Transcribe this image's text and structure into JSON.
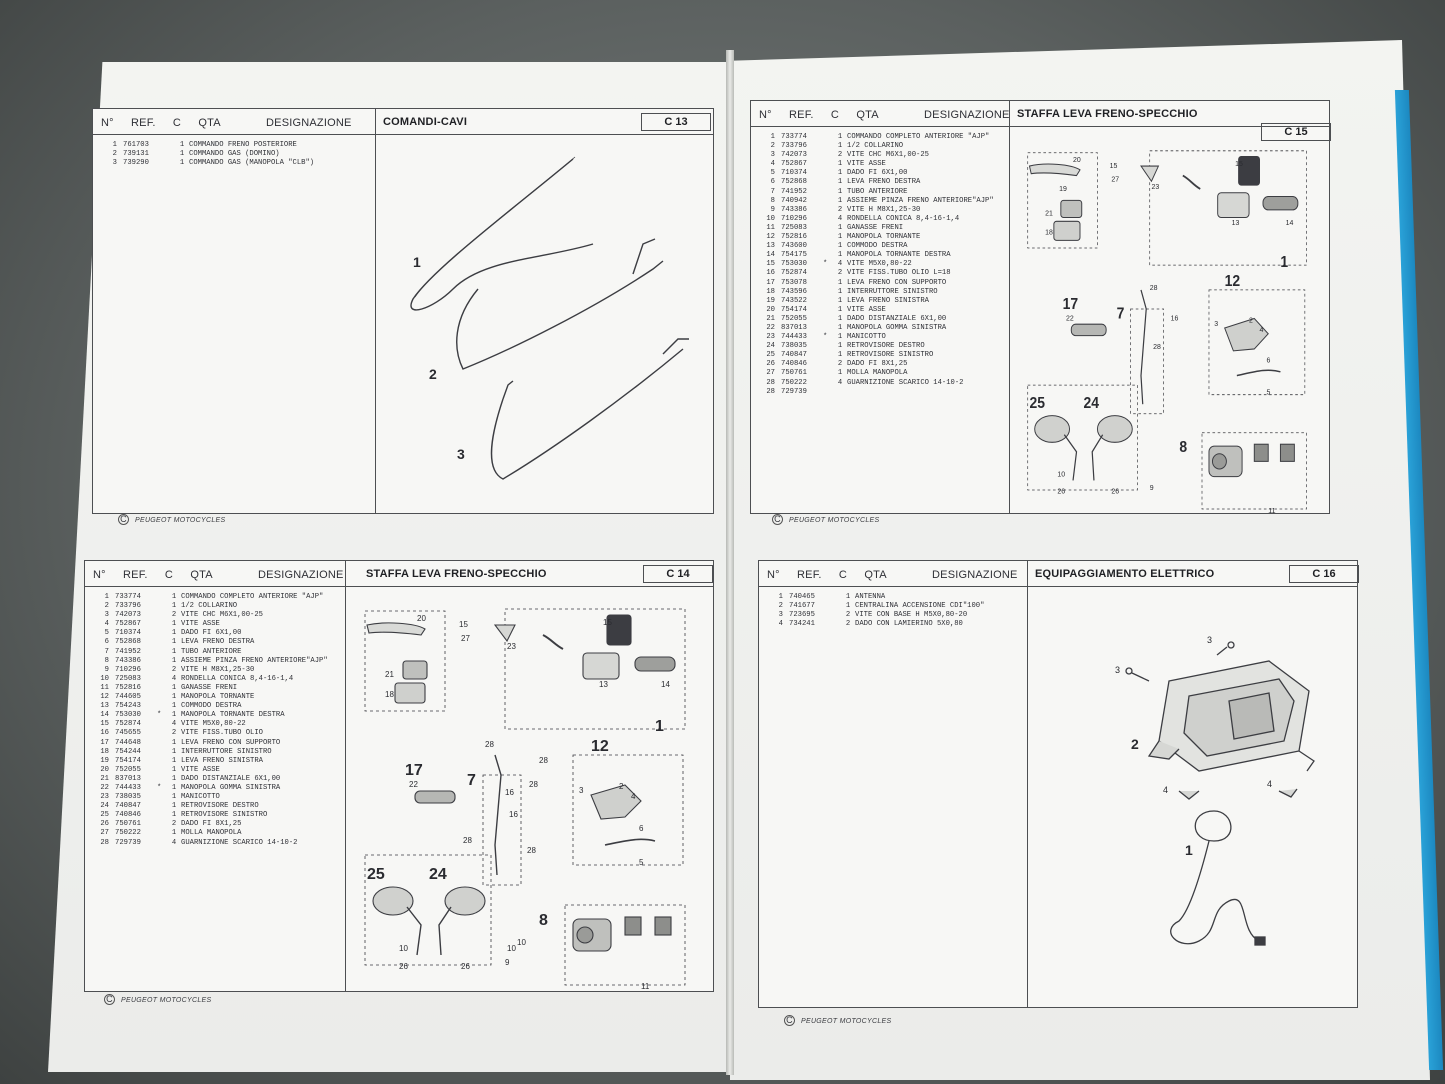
{
  "footer_text": "PEUGEOT MOTOCYCLES",
  "copyright_symbol": "C",
  "columns": {
    "num": "N°",
    "ref": "REF.",
    "c": "C",
    "qta": "QTA",
    "design": "DESIGNAZIONE"
  },
  "panels": {
    "c13": {
      "title": "COMANDI-CAVI",
      "code": "C 13",
      "items": [
        {
          "n": "1",
          "ref": "761703",
          "c": "",
          "q": "1",
          "d": "COMMANDO FRENO POSTERIORE"
        },
        {
          "n": "2",
          "ref": "739131",
          "c": "",
          "q": "1",
          "d": "COMMANDO GAS (DOMINO)"
        },
        {
          "n": "3",
          "ref": "739290",
          "c": "",
          "q": "1",
          "d": "COMMANDO GAS (MANOPOLA \"CLB\")"
        }
      ],
      "callouts": [
        "1",
        "2",
        "3"
      ]
    },
    "c14": {
      "title": "STAFFA LEVA FRENO-SPECCHIO",
      "code": "C 14",
      "items": [
        {
          "n": "1",
          "ref": "733774",
          "c": "",
          "q": "1",
          "d": "COMMANDO COMPLETO ANTERIORE \"AJP\""
        },
        {
          "n": "2",
          "ref": "733796",
          "c": "",
          "q": "1",
          "d": "1/2 COLLARINO"
        },
        {
          "n": "3",
          "ref": "742073",
          "c": "",
          "q": "2",
          "d": "VITE CHC M6X1,00-25"
        },
        {
          "n": "4",
          "ref": "752867",
          "c": "",
          "q": "1",
          "d": "VITE ASSE"
        },
        {
          "n": "5",
          "ref": "710374",
          "c": "",
          "q": "1",
          "d": "DADO FI 6X1,00"
        },
        {
          "n": "6",
          "ref": "752868",
          "c": "",
          "q": "1",
          "d": "LEVA FRENO DESTRA"
        },
        {
          "n": "7",
          "ref": "741952",
          "c": "",
          "q": "1",
          "d": "TUBO ANTERIORE"
        },
        {
          "n": "8",
          "ref": "743386",
          "c": "",
          "q": "1",
          "d": "ASSIEME PINZA FRENO  ANTERIORE\"AJP\""
        },
        {
          "n": "9",
          "ref": "710296",
          "c": "",
          "q": "2",
          "d": "VITE H M8X1,25-30"
        },
        {
          "n": "10",
          "ref": "725083",
          "c": "",
          "q": "4",
          "d": "RONDELLA CONICA 8,4-16-1,4"
        },
        {
          "n": "11",
          "ref": "752816",
          "c": "",
          "q": "1",
          "d": "GANASSE FRENI"
        },
        {
          "n": "12",
          "ref": "744605",
          "c": "",
          "q": "1",
          "d": "MANOPOLA TORNANTE"
        },
        {
          "n": "13",
          "ref": "754243",
          "c": "",
          "q": "1",
          "d": "COMMODO DESTRA"
        },
        {
          "n": "14",
          "ref": "753030",
          "c": "*",
          "q": "1",
          "d": "MANOPOLA TORNANTE DESTRA"
        },
        {
          "n": "15",
          "ref": "752874",
          "c": "",
          "q": "4",
          "d": "VITE M5X0,80-22"
        },
        {
          "n": "16",
          "ref": "745655",
          "c": "",
          "q": "2",
          "d": "VITE FISS.TUBO OLIO"
        },
        {
          "n": "17",
          "ref": "744648",
          "c": "",
          "q": "1",
          "d": "LEVA FRENO CON SUPPORTO"
        },
        {
          "n": "18",
          "ref": "754244",
          "c": "",
          "q": "1",
          "d": "INTERRUTTORE SINISTRO"
        },
        {
          "n": "19",
          "ref": "754174",
          "c": "",
          "q": "1",
          "d": "LEVA FRENO SINISTRA"
        },
        {
          "n": "20",
          "ref": "752055",
          "c": "",
          "q": "1",
          "d": "VITE ASSE"
        },
        {
          "n": "21",
          "ref": "837013",
          "c": "",
          "q": "1",
          "d": "DADO DISTANZIALE 6X1,00"
        },
        {
          "n": "22",
          "ref": "744433",
          "c": "*",
          "q": "1",
          "d": "MANOPOLA GOMMA SINISTRA"
        },
        {
          "n": "23",
          "ref": "738035",
          "c": "",
          "q": "1",
          "d": "MANICOTTO"
        },
        {
          "n": "24",
          "ref": "740847",
          "c": "",
          "q": "1",
          "d": "RETROVISORE DESTRO"
        },
        {
          "n": "25",
          "ref": "740846",
          "c": "",
          "q": "1",
          "d": "RETROVISORE SINISTRO"
        },
        {
          "n": "26",
          "ref": "750761",
          "c": "",
          "q": "2",
          "d": "DADO FI 8X1,25"
        },
        {
          "n": "27",
          "ref": "750222",
          "c": "",
          "q": "1",
          "d": "MOLLA MANOPOLA"
        },
        {
          "n": "28",
          "ref": "729739",
          "c": "",
          "q": "4",
          "d": "GUARNIZIONE SCARICO 14-10-2"
        }
      ],
      "callouts": [
        "20",
        "15",
        "27",
        "23",
        "15",
        "21",
        "18",
        "13",
        "14",
        "17",
        "12",
        "1",
        "22",
        "7",
        "28",
        "28",
        "28",
        "16",
        "16",
        "28",
        "28",
        "3",
        "2",
        "4",
        "6",
        "5",
        "25",
        "24",
        "8",
        "10",
        "9",
        "10",
        "10",
        "26",
        "26",
        "11"
      ]
    },
    "c15": {
      "title": "STAFFA LEVA FRENO-SPECCHIO",
      "code": "C 15",
      "items": [
        {
          "n": "1",
          "ref": "733774",
          "c": "",
          "q": "1",
          "d": "COMMANDO COMPLETO ANTERIORE \"AJP\""
        },
        {
          "n": "2",
          "ref": "733796",
          "c": "",
          "q": "1",
          "d": "1/2 COLLARINO"
        },
        {
          "n": "3",
          "ref": "742073",
          "c": "",
          "q": "2",
          "d": "VITE CHC M6X1,00-25"
        },
        {
          "n": "4",
          "ref": "752867",
          "c": "",
          "q": "1",
          "d": "VITE ASSE"
        },
        {
          "n": "5",
          "ref": "710374",
          "c": "",
          "q": "1",
          "d": "DADO FI 6X1,00"
        },
        {
          "n": "6",
          "ref": "752868",
          "c": "",
          "q": "1",
          "d": "LEVA FRENO DESTRA"
        },
        {
          "n": "7",
          "ref": "741952",
          "c": "",
          "q": "1",
          "d": "TUBO ANTERIORE"
        },
        {
          "n": "8",
          "ref": "740942",
          "c": "",
          "q": "1",
          "d": "ASSIEME PINZA FRENO  ANTERIORE\"AJP\""
        },
        {
          "n": "9",
          "ref": "743386",
          "c": "",
          "q": "2",
          "d": "VITE H M8X1,25-30"
        },
        {
          "n": "10",
          "ref": "710296",
          "c": "",
          "q": "4",
          "d": "RONDELLA CONICA 8,4-16-1,4"
        },
        {
          "n": "11",
          "ref": "725083",
          "c": "",
          "q": "1",
          "d": "GANASSE FRENI"
        },
        {
          "n": "12",
          "ref": "752816",
          "c": "",
          "q": "1",
          "d": "MANOPOLA TORNANTE"
        },
        {
          "n": "13",
          "ref": "743600",
          "c": "",
          "q": "1",
          "d": "COMMODO DESTRA"
        },
        {
          "n": "14",
          "ref": "754175",
          "c": "",
          "q": "1",
          "d": "MANOPOLA TORNANTE DESTRA"
        },
        {
          "n": "15",
          "ref": "753030",
          "c": "*",
          "q": "4",
          "d": "VITE M5X0,80-22"
        },
        {
          "n": "16",
          "ref": "752874",
          "c": "",
          "q": "2",
          "d": "VITE FISS.TUBO OLIO  L=18"
        },
        {
          "n": "17",
          "ref": "753078",
          "c": "",
          "q": "1",
          "d": "LEVA FRENO CON SUPPORTO"
        },
        {
          "n": "18",
          "ref": "743596",
          "c": "",
          "q": "1",
          "d": "INTERRUTTORE SINISTRO"
        },
        {
          "n": "19",
          "ref": "743522",
          "c": "",
          "q": "1",
          "d": "LEVA FRENO SINISTRA"
        },
        {
          "n": "20",
          "ref": "754174",
          "c": "",
          "q": "1",
          "d": "VITE ASSE"
        },
        {
          "n": "21",
          "ref": "752055",
          "c": "",
          "q": "1",
          "d": "DADO DISTANZIALE 6X1,00"
        },
        {
          "n": "22",
          "ref": "837013",
          "c": "",
          "q": "1",
          "d": "MANOPOLA GOMMA SINISTRA"
        },
        {
          "n": "23",
          "ref": "744433",
          "c": "*",
          "q": "1",
          "d": "MANICOTTO"
        },
        {
          "n": "24",
          "ref": "738035",
          "c": "",
          "q": "1",
          "d": "RETROVISORE DESTRO"
        },
        {
          "n": "25",
          "ref": "740847",
          "c": "",
          "q": "1",
          "d": "RETROVISORE SINISTRO"
        },
        {
          "n": "26",
          "ref": "740846",
          "c": "",
          "q": "2",
          "d": "DADO FI 8X1,25"
        },
        {
          "n": "27",
          "ref": "750761",
          "c": "",
          "q": "1",
          "d": "MOLLA MANOPOLA"
        },
        {
          "n": "28",
          "ref": "750222",
          "c": "",
          "q": "4",
          "d": "GUARNIZIONE SCARICO 14-10-2"
        },
        {
          "n": "28",
          "ref": "729739",
          "c": "",
          "q": "",
          "d": ""
        }
      ],
      "callouts": [
        "20",
        "15",
        "27",
        "23",
        "15",
        "19",
        "21",
        "18",
        "13",
        "14",
        "17",
        "12",
        "1",
        "22",
        "7",
        "28",
        "28",
        "16",
        "3",
        "2",
        "4",
        "6",
        "5",
        "25",
        "24",
        "8",
        "10",
        "9",
        "26",
        "26",
        "11"
      ]
    },
    "c16": {
      "title": "EQUIPAGGIAMENTO ELETTRICO",
      "code": "C 16",
      "items": [
        {
          "n": "1",
          "ref": "740465",
          "c": "",
          "q": "1",
          "d": "ANTENNA"
        },
        {
          "n": "2",
          "ref": "741677",
          "c": "",
          "q": "1",
          "d": "CENTRALINA ACCENSIONE CDI\"100\""
        },
        {
          "n": "3",
          "ref": "723695",
          "c": "",
          "q": "2",
          "d": "VITE CON BASE H M5X0,80-20"
        },
        {
          "n": "4",
          "ref": "734241",
          "c": "",
          "q": "2",
          "d": "DADO CON LAMIERINO 5X0,80"
        }
      ],
      "callouts": [
        "3",
        "3",
        "2",
        "4",
        "4",
        "1"
      ]
    }
  }
}
